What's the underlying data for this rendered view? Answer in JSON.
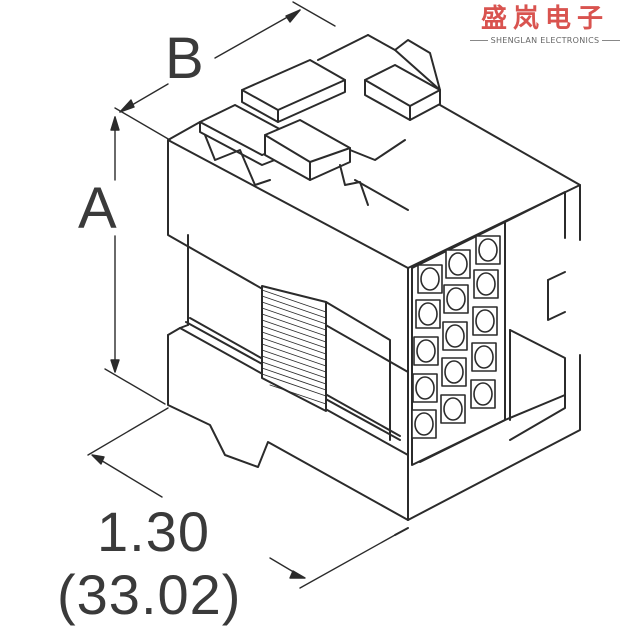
{
  "watermark": {
    "brand_cn": "盛岚电子",
    "brand_en": "SHENGLAN ELECTRONICS",
    "brand_color": "#d9534f"
  },
  "drawing": {
    "subject": "Rectangular multi-pin connector housing, isometric view",
    "line_color": "#2b2b2b",
    "pin_rows": 5,
    "pin_columns": 3
  },
  "dimensions": {
    "width_label": "B",
    "height_label": "A",
    "depth_inches": "1.30",
    "depth_mm": "(33.02)"
  }
}
